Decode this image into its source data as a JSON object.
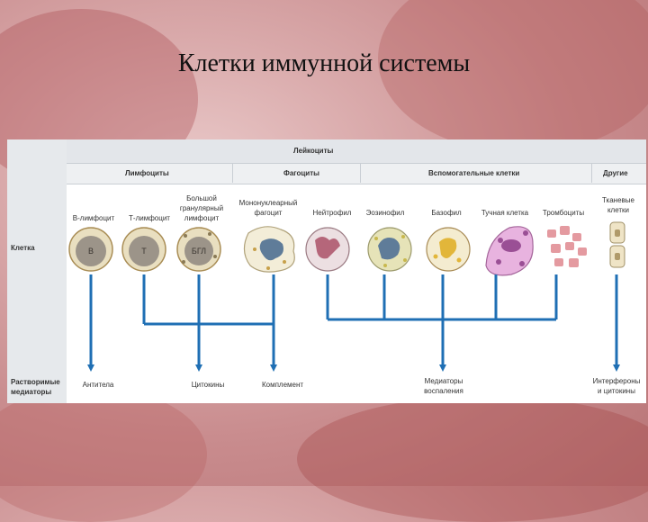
{
  "title": "Клетки иммунной системы",
  "diagram": {
    "header": "Лейкоциты",
    "groups": {
      "lymphocytes": "Лимфоциты",
      "phagocytes": "Фагоциты",
      "auxiliary": "Вспомогательные клетки",
      "other": "Другие"
    },
    "row_labels": {
      "cell": "Клетка",
      "mediators_line1": "Растворимые",
      "mediators_line2": "медиаторы"
    },
    "cells": {
      "b_lymphocyte": "В-лимфоцит",
      "t_lymphocyte": "Т-лимфоцит",
      "lgl_line1": "Большой",
      "lgl_line2": "гранулярный",
      "lgl_line3": "лимфоцит",
      "mono_line1": "Мононуклеарный",
      "mono_line2": "фагоцит",
      "neutrophil": "Нейтрофил",
      "eosinophil": "Эозинофил",
      "basophil": "Базофил",
      "mast_cell": "Тучная клетка",
      "platelets": "Тромбоциты",
      "tissue_line1": "Тканевые",
      "tissue_line2": "клетки"
    },
    "nucleus_letters": {
      "b": "B",
      "t": "T",
      "lgl": "БГЛ"
    },
    "mediators": {
      "antibodies": "Антитела",
      "cytokines": "Цитокины",
      "complement": "Комплемент",
      "inflam_line1": "Медиаторы",
      "inflam_line2": "воспаления",
      "ifn_line1": "Интерфероны",
      "ifn_line2": "и цитокины"
    },
    "colors": {
      "arrow": "#1f6fb4",
      "lymph_fill": "#e9dfc0",
      "lymph_nucleus": "#9c9489"
    }
  }
}
